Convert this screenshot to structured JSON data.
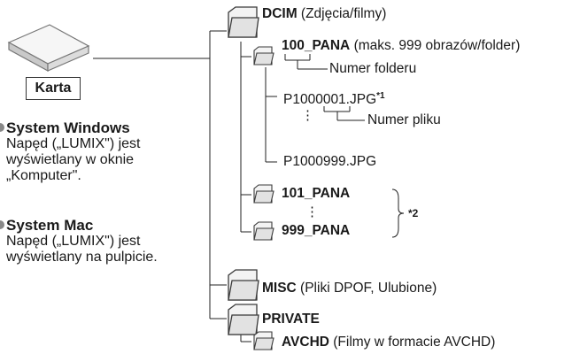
{
  "card": {
    "label": "Karta"
  },
  "windows": {
    "title": "System Windows",
    "lines": [
      "Napęd („LUMIX\") jest",
      "wyświetlany w oknie",
      "„Komputer\"."
    ]
  },
  "mac": {
    "title": "System Mac",
    "lines": [
      "Napęd („LUMIX\") jest",
      "wyświetlany na pulpicie."
    ]
  },
  "tree": {
    "dcim": {
      "name": "DCIM",
      "desc": " (Zdjęcia/filmy)"
    },
    "pana100": {
      "name": "100_PANA",
      "desc": " (maks. 999 obrazów/folder)"
    },
    "folder_number_label": "Numer folderu",
    "file_first": "P1000001.JPG",
    "file_first_note": "*1",
    "file_number_label": "Numer pliku",
    "vdots": "⋮",
    "file_last": "P1000999.JPG",
    "pana101": "101_PANA",
    "pana999": "999_PANA",
    "note2": "*2",
    "misc": {
      "name": "MISC",
      "desc": " (Pliki DPOF, Ulubione)"
    },
    "private": {
      "name": "PRIVATE"
    },
    "avchd": {
      "name": "AVCHD",
      "desc": " (Filmy w formacie AVCHD)"
    }
  }
}
